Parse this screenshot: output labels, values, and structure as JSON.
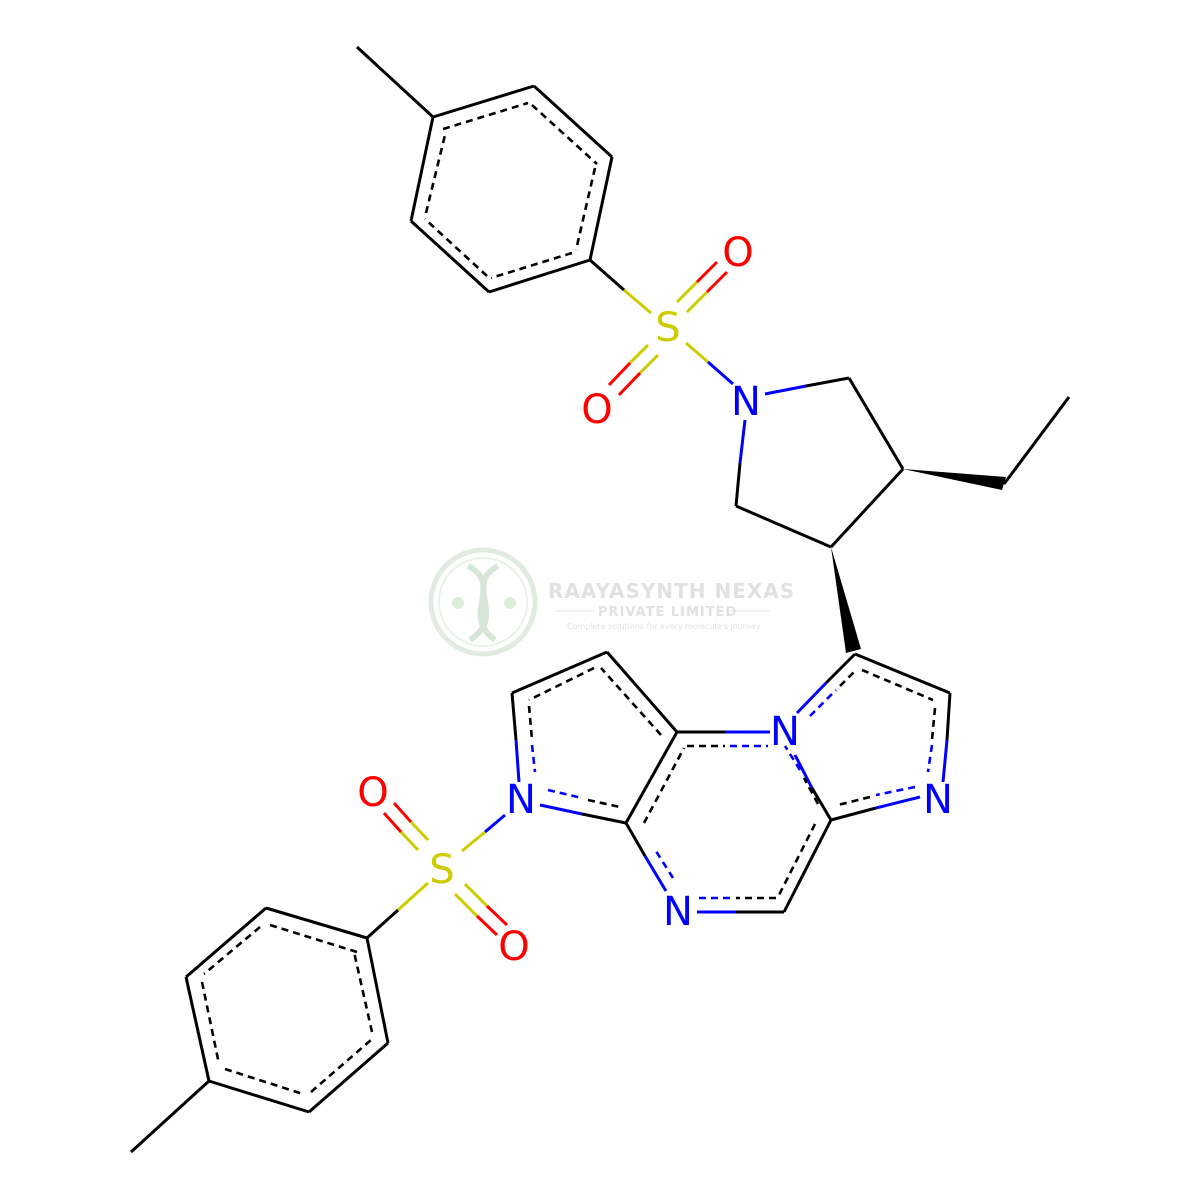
{
  "diagram": {
    "type": "chemical-structure",
    "atom_colors": {
      "C": "#000000",
      "N": "#0000ff",
      "O": "#ff0000",
      "S": "#cccc00"
    },
    "atom_labels": {
      "n_pyrrolidine": "N",
      "n_pyrrole": "N",
      "n_bridge": "N",
      "n_imidazole": "N",
      "n_pyrazine": "N",
      "s_top": "S",
      "s_bottom": "S",
      "o_top_1": "O",
      "o_top_2": "O",
      "o_bottom_1": "O",
      "o_bottom_2": "O"
    }
  },
  "watermark": {
    "title": "RAAYASYNTH NEXAS",
    "subtitle": "PRIVATE LIMITED",
    "tagline": "Complete solutions for every molecule's journey",
    "color": "#c9dcc9",
    "logo_icon": "dna-helix-icon"
  }
}
